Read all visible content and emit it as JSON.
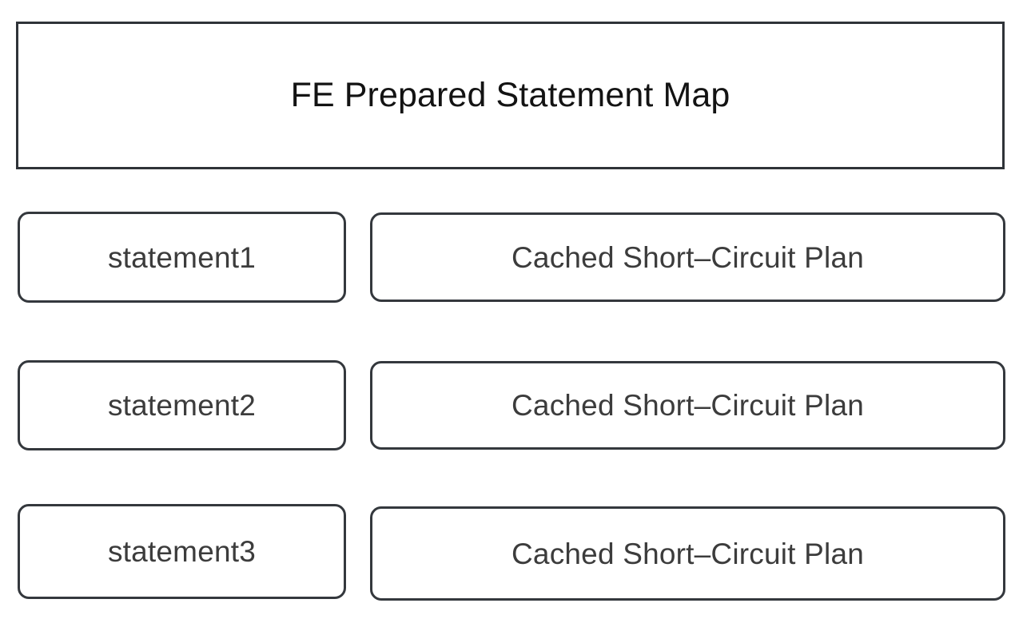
{
  "diagram": {
    "title": "FE Prepared Statement Map",
    "background_color": "#ffffff",
    "border_color": "#2f3338",
    "title_color": "#131313",
    "label_color": "#3c3c3c",
    "rows": [
      {
        "key": "statement1",
        "plan": "Cached Short–Circuit Plan"
      },
      {
        "key": "statement2",
        "plan": "Cached Short–Circuit Plan"
      },
      {
        "key": "statement3",
        "plan": "Cached Short–Circuit Plan"
      }
    ]
  }
}
